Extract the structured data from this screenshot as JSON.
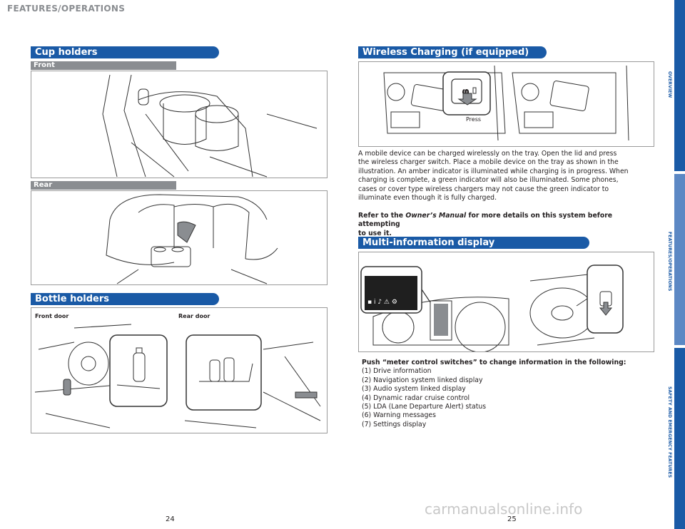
{
  "header": {
    "section": "FEATURES/OPERATIONS"
  },
  "left": {
    "cup": {
      "title": "Cup holders",
      "front": "Front",
      "rear": "Rear"
    },
    "bottle": {
      "title": "Bottle holders",
      "front_door": "Front door",
      "rear_door": "Rear door"
    }
  },
  "right": {
    "wireless": {
      "title": "Wireless Charging (if equipped)",
      "press": "Press",
      "body": [
        "A mobile device can be charged wirelessly on the tray. Open the lid and press",
        "the wireless charger switch. Place a mobile device on the tray as shown in the",
        "illustration. An amber indicator is illuminated while charging is in progress. When",
        "charging is complete, a green indicator will also be illuminated. Some phones,",
        "cases or cover type wireless chargers may not cause the green indicator to",
        "illuminate even though it is fully charged."
      ],
      "note_prefix": "Refer to the ",
      "note_italic": "Owner’s Manual",
      "note_suffix": " for more details on this system before attempting",
      "note_line2": "to use it."
    },
    "mid": {
      "title": "Multi-information display",
      "lead": "Push “meter control switches” to change information in the following:",
      "items": [
        "(1) Drive information",
        "(2) Navigation system linked display",
        "(3) Audio system linked display",
        "(4) Dynamic radar cruise control",
        "(5) LDA (Lane Departure Alert) status",
        "(6) Warning messages",
        "(7) Settings display"
      ]
    }
  },
  "side_tabs": [
    "OVERVIEW",
    "FEATURES/OPERATIONS",
    "SAFETY AND EMERGENCY FEATURES"
  ],
  "pages": {
    "left": "24",
    "right": "25"
  },
  "watermark": "carmanualsonline.info",
  "colors": {
    "accent": "#1a5aa6",
    "subbar": "#8a8d91"
  }
}
